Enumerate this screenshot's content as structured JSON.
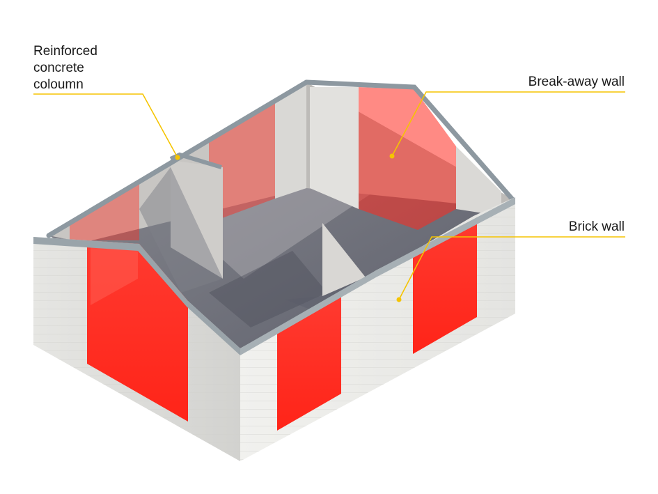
{
  "callouts": {
    "column": {
      "line1": "Reinforced",
      "line2": "concrete",
      "line3": "coloumn"
    },
    "breakaway": {
      "label": "Break-away wall"
    },
    "brick": {
      "label": "Brick wall"
    }
  },
  "colors": {
    "breakaway_wall": "#ff2a1f",
    "brick_wall": "#dcdcda",
    "column_cap": "#8d98a0",
    "leader_line": "#f5c400",
    "floor_shadow": "#6c6e78"
  }
}
